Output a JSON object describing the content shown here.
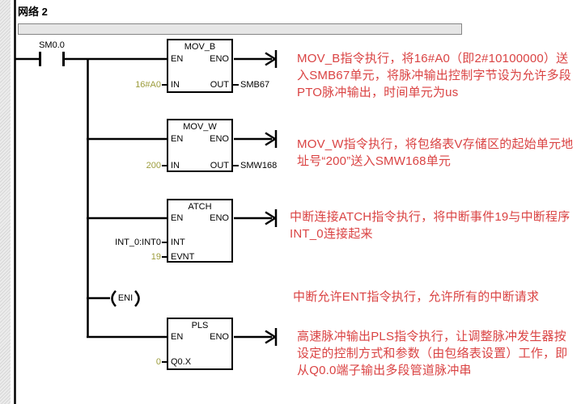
{
  "network": {
    "title": "网络 2"
  },
  "colors": {
    "annotation": "#da4343",
    "constant": "#9c9c3c",
    "wire": "#000000",
    "comment_bar": "#e6e6e6"
  },
  "rung": {
    "contact_label": "SM0.0",
    "coil_label": "ENI"
  },
  "blocks": [
    {
      "title": "MOV_B",
      "pin_en": "EN",
      "pin_eno": "ENO",
      "pin_in": "IN",
      "pin_out": "OUT",
      "in_value": "16#A0",
      "out_value": "SMB67"
    },
    {
      "title": "MOV_W",
      "pin_en": "EN",
      "pin_eno": "ENO",
      "pin_in": "IN",
      "pin_out": "OUT",
      "in_value": "200",
      "out_value": "SMW168"
    },
    {
      "title": "ATCH",
      "pin_en": "EN",
      "pin_eno": "ENO",
      "pin_int": "INT",
      "pin_evnt": "EVNT",
      "int_value": "INT_0:INT0",
      "evnt_value": "19"
    },
    {
      "title": "PLS",
      "pin_en": "EN",
      "pin_eno": "ENO",
      "pin_q": "Q0.X",
      "q_value": "0"
    }
  ],
  "annotations": [
    {
      "text": "MOV_B指令执行，将16#A0（即2#10100000）送入SMB67单元，将脉冲输出控制字节设为允许多段PTO脉冲输出，时间单元为us"
    },
    {
      "text": "MOV_W指令执行，将包络表V存储区的起始单元地址号“200”送入SMW168单元"
    },
    {
      "text": "中断连接ATCH指令执行，将中断事件19与中断程序INT_0连接起来"
    },
    {
      "text": "中断允许ENT指令执行，允许所有的中断请求"
    },
    {
      "text": "高速脉冲输出PLS指令执行，让调整脉冲发生器按设定的控制方式和参数（由包络表设置）工作，即从Q0.0端子输出多段管道脉冲串"
    }
  ]
}
